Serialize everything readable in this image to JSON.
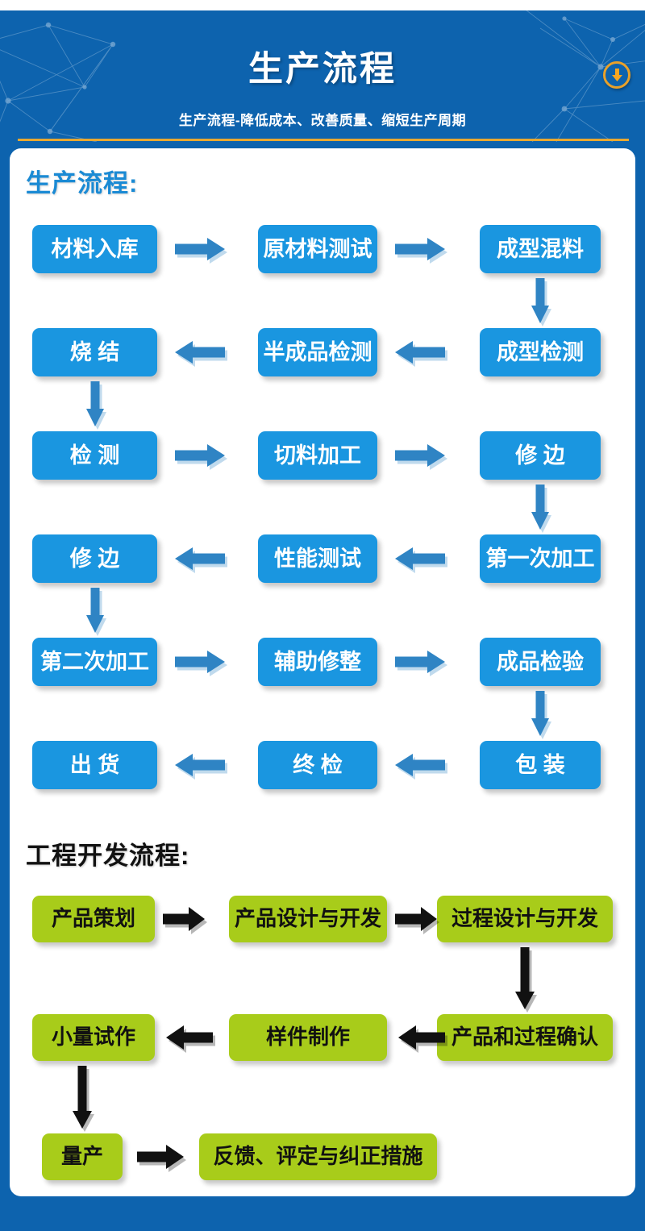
{
  "header": {
    "title": "生产流程",
    "subtitle": "生产流程-降低成本、改善质量、缩短生产周期",
    "badge_icon": "download-circle-icon",
    "bg_color": "#0d63ae",
    "rule_color": "#e8a832",
    "badge_color": "#e8a12a"
  },
  "sections": [
    {
      "id": "production",
      "title": "生产流程:",
      "title_color": "#1a8ad4",
      "node_color": "#1a96e0",
      "node_text_color": "#ffffff",
      "arrow_color": "#2f84c4",
      "rows": [
        {
          "dir": "right",
          "nodes": [
            "材料入库",
            "原材料测试",
            "成型混料"
          ]
        },
        {
          "dir": "left",
          "nodes": [
            "烧 结",
            "半成品检测",
            "成型检测"
          ]
        },
        {
          "dir": "right",
          "nodes": [
            "检 测",
            "切料加工",
            "修 边"
          ]
        },
        {
          "dir": "left",
          "nodes": [
            "修 边",
            "性能测试",
            "第一次加工"
          ]
        },
        {
          "dir": "right",
          "nodes": [
            "第二次加工",
            "辅助修整",
            "成品检验"
          ]
        },
        {
          "dir": "left",
          "nodes": [
            "出 货",
            "终 检",
            "包 装"
          ]
        }
      ]
    },
    {
      "id": "engineering",
      "title": "工程开发流程:",
      "title_color": "#121212",
      "node_color": "#a8cc1a",
      "node_text_color": "#111111",
      "arrow_color": "#111111",
      "rows": [
        {
          "dir": "right",
          "nodes": [
            "产品策划",
            "产品设计与开发",
            "过程设计与开发"
          ]
        },
        {
          "dir": "left",
          "nodes": [
            "小量试作",
            "样件制作",
            "产品和过程确认"
          ]
        },
        {
          "dir": "right",
          "nodes": [
            "量产",
            "反馈、评定与纠正措施"
          ]
        }
      ]
    }
  ]
}
